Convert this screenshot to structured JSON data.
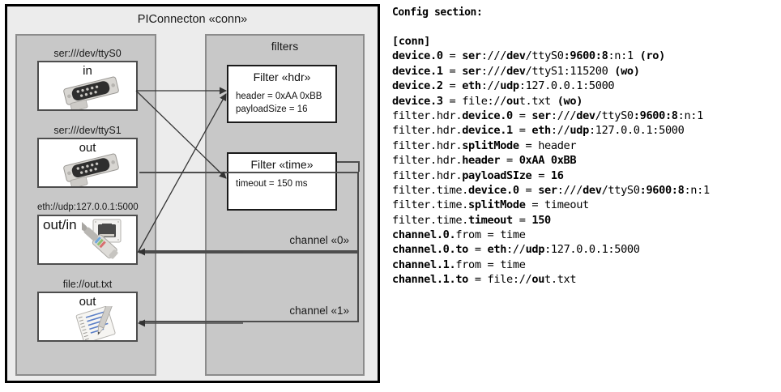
{
  "diagram": {
    "outer_title": "PIConnecton «conn»",
    "devices_panel": {
      "title": "",
      "items": [
        {
          "label": "ser:///dev/ttyS0",
          "io": "in",
          "icon": "serial-port-icon"
        },
        {
          "label": "ser:///dev/ttyS1",
          "io": "out",
          "icon": "serial-port-icon"
        },
        {
          "label": "eth://udp:127.0.0.1:5000",
          "io": "out/in",
          "icon": "ethernet-jack-icon"
        },
        {
          "label": "file://out.txt",
          "io": "out",
          "icon": "text-file-icon"
        }
      ]
    },
    "filters_panel": {
      "title": "filters",
      "items": [
        {
          "title": "Filter «hdr»",
          "props": [
            "header = 0xAA 0xBB",
            "payloadSize = 16"
          ]
        },
        {
          "title": "Filter «time»",
          "props": [
            "timeout = 150 ms"
          ]
        }
      ]
    },
    "channels": [
      {
        "label": "channel «0»"
      },
      {
        "label": "channel «1»"
      }
    ]
  },
  "config": {
    "heading": "Config section:",
    "lines": [
      [
        {
          "t": "[conn]",
          "b": true
        }
      ],
      [
        {
          "t": "device.0",
          "b": true
        },
        {
          "t": " = ",
          "b": false
        },
        {
          "t": "ser",
          "b": true
        },
        {
          "t": ":///",
          "b": false
        },
        {
          "t": "dev",
          "b": true
        },
        {
          "t": "/ttyS0",
          "b": false
        },
        {
          "t": ":9600:8",
          "b": true
        },
        {
          "t": ":n:1 ",
          "b": false
        },
        {
          "t": "(ro)",
          "b": true
        }
      ],
      [
        {
          "t": "device.1",
          "b": true
        },
        {
          "t": " = ",
          "b": false
        },
        {
          "t": "ser",
          "b": true
        },
        {
          "t": ":///",
          "b": false
        },
        {
          "t": "dev",
          "b": true
        },
        {
          "t": "/ttyS1:115200 ",
          "b": false
        },
        {
          "t": "(wo)",
          "b": true
        }
      ],
      [
        {
          "t": "device.2",
          "b": true
        },
        {
          "t": " = ",
          "b": false
        },
        {
          "t": "eth",
          "b": true
        },
        {
          "t": "://",
          "b": false
        },
        {
          "t": "udp",
          "b": true
        },
        {
          "t": ":127.0.0.1:5000",
          "b": false
        }
      ],
      [
        {
          "t": "device.3",
          "b": true
        },
        {
          "t": " = file://",
          "b": false
        },
        {
          "t": "ou",
          "b": true
        },
        {
          "t": "t.txt ",
          "b": false
        },
        {
          "t": "(wo)",
          "b": true
        }
      ],
      [
        {
          "t": "filter.hdr.",
          "b": false
        },
        {
          "t": "device.0",
          "b": true
        },
        {
          "t": " = ",
          "b": false
        },
        {
          "t": "ser",
          "b": true
        },
        {
          "t": ":///",
          "b": false
        },
        {
          "t": "dev",
          "b": true
        },
        {
          "t": "/ttyS0",
          "b": false
        },
        {
          "t": ":9600:8",
          "b": true
        },
        {
          "t": ":n:1",
          "b": false
        }
      ],
      [
        {
          "t": "filter.hdr.",
          "b": false
        },
        {
          "t": "device.1",
          "b": true
        },
        {
          "t": " = ",
          "b": false
        },
        {
          "t": "eth",
          "b": true
        },
        {
          "t": "://",
          "b": false
        },
        {
          "t": "udp",
          "b": true
        },
        {
          "t": ":127.0.0.1:5000",
          "b": false
        }
      ],
      [
        {
          "t": "filter.hdr.",
          "b": false
        },
        {
          "t": "splitMode",
          "b": true
        },
        {
          "t": " = header",
          "b": false
        }
      ],
      [
        {
          "t": "filter.hdr.",
          "b": false
        },
        {
          "t": "header",
          "b": true
        },
        {
          "t": " = ",
          "b": false
        },
        {
          "t": "0xAA 0xBB",
          "b": true
        }
      ],
      [
        {
          "t": "filter.hdr.",
          "b": false
        },
        {
          "t": "payloadSIze",
          "b": true
        },
        {
          "t": " = ",
          "b": false
        },
        {
          "t": "16",
          "b": true
        }
      ],
      [
        {
          "t": "filter.time.",
          "b": false
        },
        {
          "t": "device.0",
          "b": true
        },
        {
          "t": " = ",
          "b": false
        },
        {
          "t": "ser",
          "b": true
        },
        {
          "t": ":///",
          "b": false
        },
        {
          "t": "dev",
          "b": true
        },
        {
          "t": "/ttyS0",
          "b": false
        },
        {
          "t": ":9600:8",
          "b": true
        },
        {
          "t": ":n:1",
          "b": false
        }
      ],
      [
        {
          "t": "filter.time.",
          "b": false
        },
        {
          "t": "splitMode",
          "b": true
        },
        {
          "t": " = timeout",
          "b": false
        }
      ],
      [
        {
          "t": "filter.time.",
          "b": false
        },
        {
          "t": "timeout",
          "b": true
        },
        {
          "t": " = ",
          "b": false
        },
        {
          "t": "150",
          "b": true
        }
      ],
      [
        {
          "t": "channel.0.",
          "b": true
        },
        {
          "t": "from",
          "b": false
        },
        {
          "t": " = time",
          "b": false
        }
      ],
      [
        {
          "t": "channel.0.",
          "b": true
        },
        {
          "t": "to",
          "b": true
        },
        {
          "t": " = ",
          "b": false
        },
        {
          "t": "eth",
          "b": true
        },
        {
          "t": "://",
          "b": false
        },
        {
          "t": "udp",
          "b": true
        },
        {
          "t": ":127.0.0.1:5000",
          "b": false
        }
      ],
      [
        {
          "t": "channel.1.",
          "b": true
        },
        {
          "t": "from",
          "b": false
        },
        {
          "t": " = time",
          "b": false
        }
      ],
      [
        {
          "t": "channel.1.",
          "b": true
        },
        {
          "t": "to",
          "b": true
        },
        {
          "t": " = file://",
          "b": false
        },
        {
          "t": "ou",
          "b": true
        },
        {
          "t": "t.txt",
          "b": false
        }
      ]
    ]
  },
  "colors": {
    "outer_bg": "#ececec",
    "panel_bg": "#c8c8c8",
    "panel_border": "#8c8c8c",
    "box_border": "#4d4d4d",
    "filter_border": "#1a1a1a",
    "arrow": "#333333"
  }
}
